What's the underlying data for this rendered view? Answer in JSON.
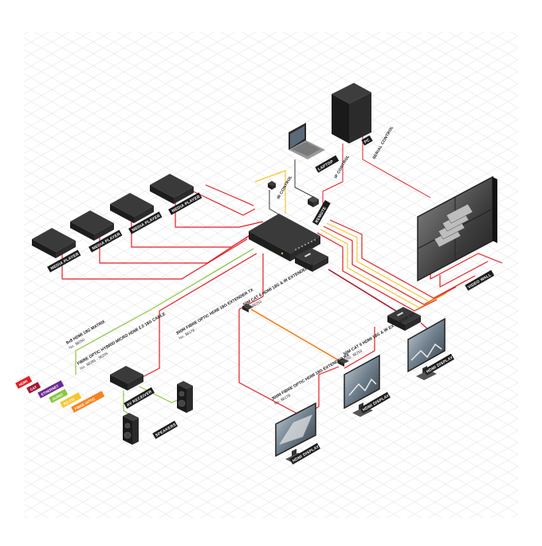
{
  "colors": {
    "background": "#ffffff",
    "grid": "#e6e6e6",
    "hdmi": "#e31e24",
    "cat": "#9e1b32",
    "fibre": "#f58220",
    "rs232": "#f7c52b",
    "audio": "#8cc63f",
    "control": "#3a3a3a",
    "device": "#2d2d2d",
    "label_bg": "#1c1c1c"
  },
  "devices": {
    "media_player_label": "MEDIA PLAYER",
    "ir_control": "IR CONTROL",
    "remote": "REMOTE",
    "laptop": "LAPTOP",
    "ip_control": "IP CONTROL",
    "pc": "PC",
    "serial_control": "SERIAL CONTROL",
    "video_wall": "VIDEO WALL",
    "hd_display": "HDMI DISPLAY",
    "av_receiver": "AV RECEIVER",
    "speakers": "SPEAKERS"
  },
  "notes": {
    "matrix_title": "8x8 HDMI 18G MATRIX",
    "matrix_part": "No. 38050",
    "hybrid_title": "FIBRE OPTIC HYBRID MICRO HDMI 2.0 18G CABLE",
    "hybrid_part": "No. 38285 - 38295",
    "fibre_tx_title": "300M FIBRE OPTIC HDMI 18G EXTENDER TX",
    "fibre_tx_part": "No. 38178",
    "fibre_rx_title": "300M FIBRE OPTIC HDMI 18G EXTENDER RX",
    "fibre_rx_part": "No. 38178",
    "cat_tx_title": "50M CAT 6 HDMI 18G & IR EXTENDER TX",
    "cat_tx_part": "No. 38253",
    "cat_rx_title": "50M CAT 6 HDMI 18G & IR EXTENDER RX",
    "cat_rx_part": "No. 38253"
  },
  "legend": [
    {
      "label": "HDMI",
      "color": "#e31e24"
    },
    {
      "label": "CAT",
      "color": "#9e1b32"
    },
    {
      "label": "ETHERNET",
      "color": "#6a2c91"
    },
    {
      "label": "AUDIO",
      "color": "#8cc63f"
    },
    {
      "label": "RS-232",
      "color": "#f7c52b"
    },
    {
      "label": "FIBRE OPTIC",
      "color": "#f58220"
    }
  ]
}
